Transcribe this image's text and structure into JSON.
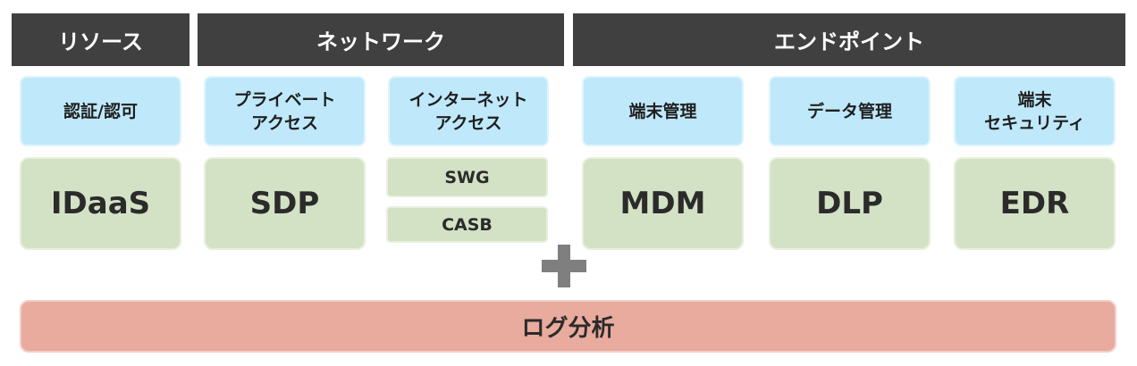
{
  "headers": {
    "resource": "リソース",
    "network": "ネットワーク",
    "endpoint": "エンドポイント"
  },
  "categories": {
    "auth": "認証/認可",
    "private_access": "プライベート\nアクセス",
    "internet_access": "インターネット\nアクセス",
    "device_management": "端末管理",
    "data_management": "データ管理",
    "endpoint_security": "端末\nセキュリティ"
  },
  "technologies": {
    "idaas": "IDaaS",
    "sdp": "SDP",
    "swg": "SWG",
    "casb": "CASB",
    "mdm": "MDM",
    "dlp": "DLP",
    "edr": "EDR"
  },
  "bottom": {
    "log_analysis": "ログ分析"
  },
  "colors": {
    "header_bg": "#404040",
    "category_bg": "#bfe9fb",
    "technology_bg": "#d3e2c4",
    "log_bg": "#e9ab9e",
    "plus": "#7f7f7f"
  }
}
